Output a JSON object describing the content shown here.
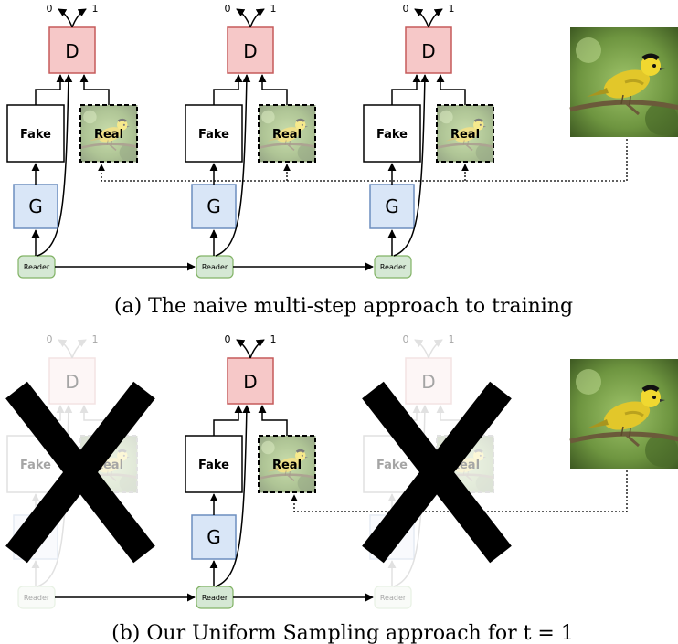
{
  "labels": {
    "discriminator": "D",
    "generator": "G",
    "fake": "Fake",
    "real": "Real",
    "reader": "Reader",
    "out0": "0",
    "out1": "1"
  },
  "captions": {
    "a": "(a) The naive multi-step approach to training",
    "b": "(b) Our Uniform Sampling approach for t = 1"
  },
  "panel_b_active_step": 2,
  "colors": {
    "d_fill": "#f6c8c8",
    "d_stroke": "#c55a5a",
    "g_fill": "#d9e6f7",
    "g_stroke": "#6c8ebf",
    "reader_fill": "#d5e8d4",
    "reader_stroke": "#82b366",
    "cross": "#000000"
  }
}
